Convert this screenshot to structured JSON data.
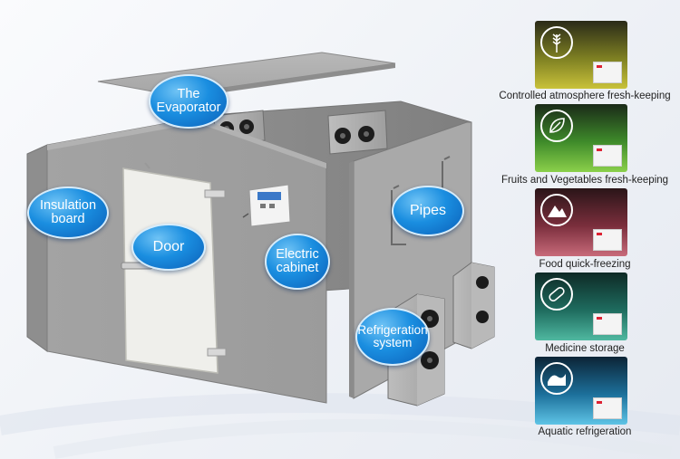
{
  "labels": {
    "evaporator": [
      "The",
      "Evaporator"
    ],
    "insulation": [
      "Insulation",
      "board"
    ],
    "door": "Door",
    "electric": [
      "Electric",
      "cabinet"
    ],
    "pipes": "Pipes",
    "refrigeration": [
      "Refrigeration",
      "system"
    ]
  },
  "applications": [
    {
      "label": "Controlled atmosphere fresh-keeping",
      "icon": "wheat-icon",
      "color": "#9aa12a"
    },
    {
      "label": "Fruits and Vegetables fresh-keeping",
      "icon": "leaf-icon",
      "color": "#4d9a2c"
    },
    {
      "label": "Food quick-freezing",
      "icon": "mountain-icon",
      "color": "#8a3a46"
    },
    {
      "label": "Medicine storage",
      "icon": "capsule-icon",
      "color": "#1f6e62"
    },
    {
      "label": "Aquatic refrigeration",
      "icon": "wave-icon",
      "color": "#1f7fa8"
    }
  ],
  "colors": {
    "bubble": "#1a8ee0",
    "panel": "#9a9a9a",
    "door": "#efefeb"
  }
}
